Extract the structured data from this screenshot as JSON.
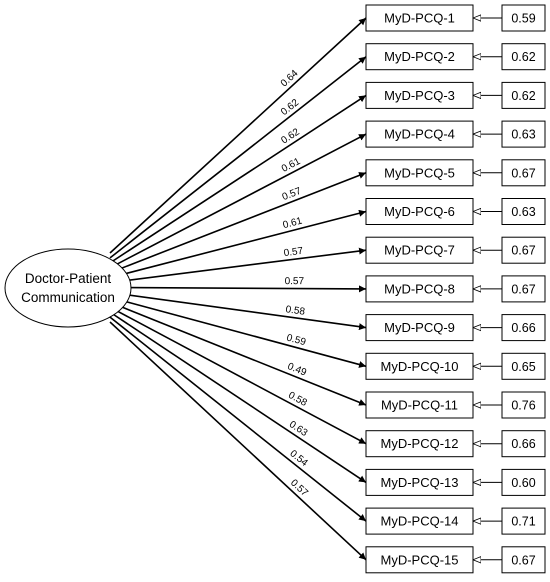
{
  "latent": {
    "line1": "Doctor-Patient",
    "line2": "Communication"
  },
  "items": [
    {
      "label": "MyD-PCQ-1",
      "loading": "0.64",
      "error": "0.59"
    },
    {
      "label": "MyD-PCQ-2",
      "loading": "0.62",
      "error": "0.62"
    },
    {
      "label": "MyD-PCQ-3",
      "loading": "0.62",
      "error": "0.62"
    },
    {
      "label": "MyD-PCQ-4",
      "loading": "0.61",
      "error": "0.63"
    },
    {
      "label": "MyD-PCQ-5",
      "loading": "0.57",
      "error": "0.67"
    },
    {
      "label": "MyD-PCQ-6",
      "loading": "0.61",
      "error": "0.63"
    },
    {
      "label": "MyD-PCQ-7",
      "loading": "0.57",
      "error": "0.67"
    },
    {
      "label": "MyD-PCQ-8",
      "loading": "0.57",
      "error": "0.67"
    },
    {
      "label": "MyD-PCQ-9",
      "loading": "0.58",
      "error": "0.66"
    },
    {
      "label": "MyD-PCQ-10",
      "loading": "0.59",
      "error": "0.65"
    },
    {
      "label": "MyD-PCQ-11",
      "loading": "0.49",
      "error": "0.76"
    },
    {
      "label": "MyD-PCQ-12",
      "loading": "0.58",
      "error": "0.66"
    },
    {
      "label": "MyD-PCQ-13",
      "loading": "0.63",
      "error": "0.60"
    },
    {
      "label": "MyD-PCQ-14",
      "loading": "0.54",
      "error": "0.71"
    },
    {
      "label": "MyD-PCQ-15",
      "loading": "0.57",
      "error": "0.67"
    }
  ]
}
